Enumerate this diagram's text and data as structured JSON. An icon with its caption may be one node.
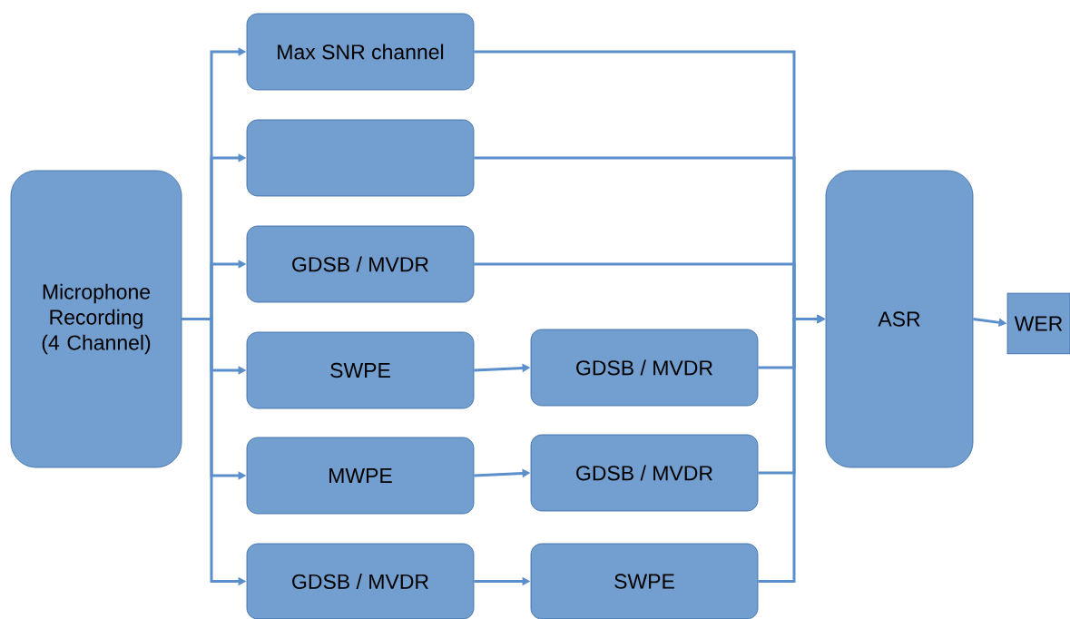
{
  "diagram": {
    "nodes": [
      {
        "text": [
          "Microphone Recording (4 Channel)"
        ]
      },
      {
        "text": [
          "Max SNR channel"
        ]
      },
      {
        "text": [],
        "shape": "box"
      },
      {
        "text": [
          "GDSB / MVDR"
        ]
      },
      {
        "text": [
          "SWPE"
        ]
      },
      {
        "text": [
          "GDSB / MVDR"
        ]
      },
      {
        "text": [
          "MWPE"
        ]
      },
      {
        "text": [
          "GDSB / MVDR"
        ]
      },
      {
        "text": [
          "GDSB / MVDR"
        ]
      },
      {
        "text": [
          "SWPE"
        ]
      },
      {
        "text": [
          "ASR"
        ]
      },
      {
        "text": [
          "WER"
        ]
      }
    ],
    "edges": [
      {
        "from": 0,
        "to": 1,
        "arrow": "to"
      },
      {
        "from": 0,
        "to": 2,
        "arrow": "to"
      },
      {
        "from": 0,
        "to": 3,
        "arrow": "to"
      },
      {
        "from": 0,
        "to": 4,
        "arrow": "to"
      },
      {
        "from": 0,
        "to": 6,
        "arrow": "to"
      },
      {
        "from": 0,
        "to": 8,
        "arrow": "to"
      },
      {
        "from": 4,
        "to": 5,
        "arrow": "to"
      },
      {
        "from": 6,
        "to": 7,
        "arrow": "to"
      },
      {
        "from": 8,
        "to": 9,
        "arrow": "to"
      },
      {
        "from": 1,
        "to": 10,
        "arrow": "to"
      },
      {
        "from": 2,
        "to": 10,
        "arrow": "to"
      },
      {
        "from": 3,
        "to": 10,
        "arrow": "to"
      },
      {
        "from": 5,
        "to": 10,
        "arrow": "to"
      },
      {
        "from": 7,
        "to": 10,
        "arrow": "to"
      },
      {
        "from": 9,
        "to": 10,
        "arrow": "to"
      },
      {
        "from": 10,
        "to": 11,
        "arrow": "to"
      }
    ]
  }
}
